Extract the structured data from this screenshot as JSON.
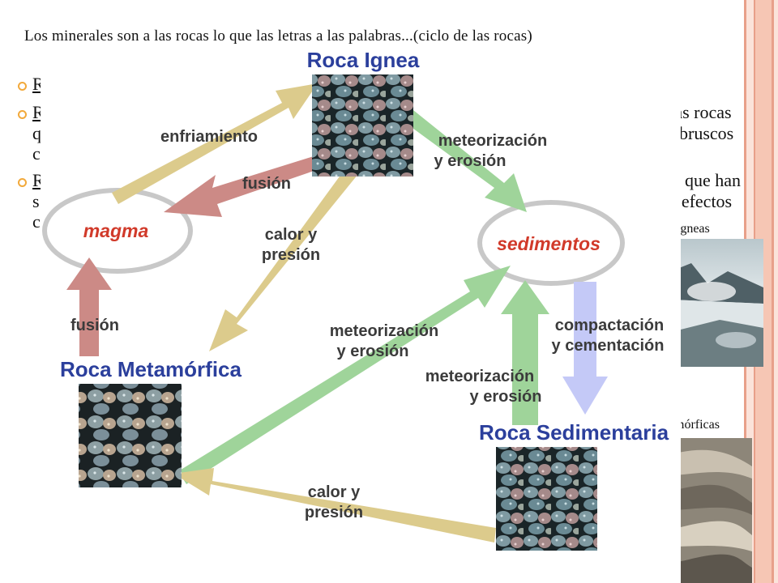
{
  "slide": {
    "title": "Los minerales son a las rocas lo que las letras a las palabras...(ciclo de las rocas)",
    "bullets": [
      {
        "left_fragment": "R",
        "right_fragment": ""
      },
      {
        "left_fragment": "R",
        "right_fragment": "ras rocas",
        "left_line2": "q",
        "right_line2": "bruscos",
        "left_line3": "c"
      },
      {
        "left_fragment": "R",
        "right_fragment": "que han",
        "left_line2": "s",
        "right_line2": "r efectos",
        "left_line3": "c"
      }
    ],
    "captions": {
      "igneas": "Ígneas",
      "metamorficas": "mórficas"
    }
  },
  "diagram": {
    "rocks": {
      "ignea": "Roca Ignea",
      "metamorfica": "Roca Metamórfica",
      "sedimentaria": "Roca Sedimentaria"
    },
    "nodes": {
      "magma": "magma",
      "sedimentos": "sedimentos"
    },
    "processes": {
      "enfriamiento": "enfriamiento",
      "fusion_top": "fusión",
      "fusion_left": "fusión",
      "meteorizacion_1": "meteorización",
      "erosion_1": "y erosión",
      "calor_1": "calor y",
      "presion_1": "presión",
      "meteorizacion_2": "meteorización",
      "erosion_2": "y erosión",
      "meteorizacion_3": "meteorización",
      "erosion_3": "y erosión",
      "compactacion": "compactación",
      "cementacion": "y cementación",
      "calor_2": "calor y",
      "presion_2": "presión"
    },
    "colors": {
      "tan_arrow": "#dccb8c",
      "pink_arrow": "#cc8a86",
      "green_arrow": "#9fd49a",
      "blue_arrow": "#c4c9f7",
      "ellipse": "#c8c8c8",
      "rock_label": "#2b3f9c",
      "node_label": "#d13a2a"
    }
  }
}
